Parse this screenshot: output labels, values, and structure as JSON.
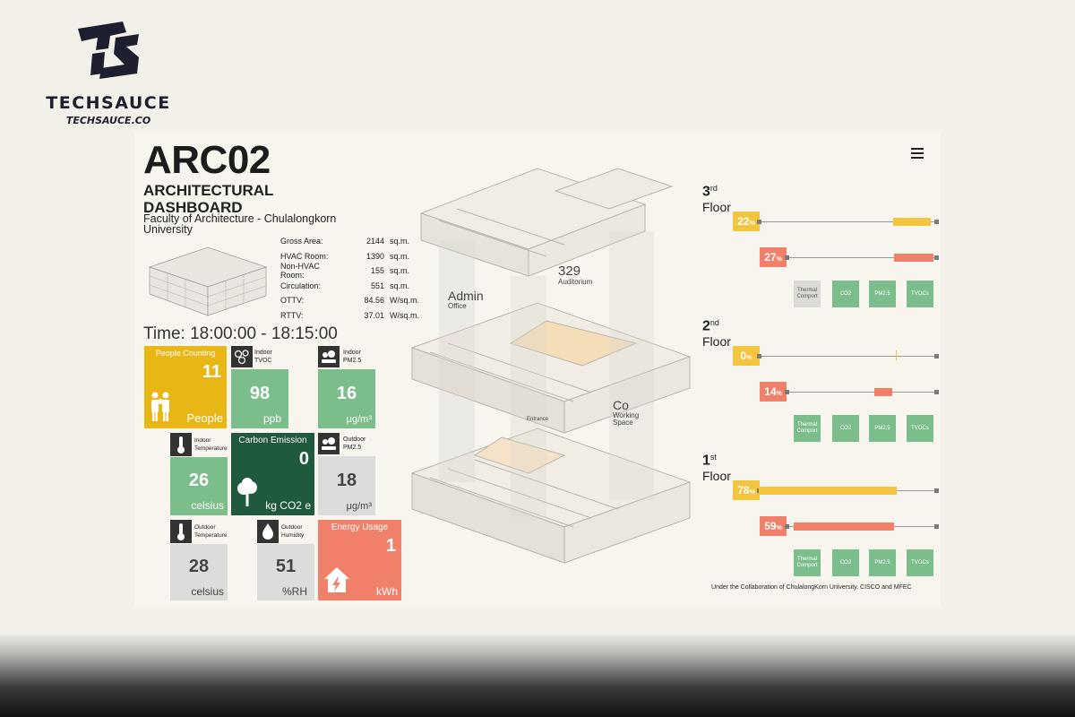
{
  "brand": {
    "name": "TECHSAUCE",
    "url": "TECHSAUCE.CO"
  },
  "dashboard": {
    "title": "ARC02",
    "subtitle_line1": "ARCHITECTURAL",
    "subtitle_line2": "DASHBOARD",
    "faculty": "Faculty of Architecture - Chulalongkorn University",
    "stats": [
      {
        "label": "Gross Area:",
        "value": "2144",
        "unit": "sq.m."
      },
      {
        "label": "HVAC Room:",
        "value": "1390",
        "unit": "sq.m."
      },
      {
        "label": "Non-HVAC Room:",
        "value": "155",
        "unit": "sq.m."
      },
      {
        "label": "Circulation:",
        "value": "551",
        "unit": "sq.m."
      },
      {
        "label": "OTTV:",
        "value": "84.56",
        "unit": "W/sq.m."
      },
      {
        "label": "RTTV:",
        "value": "37.01",
        "unit": "W/sq.m."
      }
    ],
    "time": "Time: 18:00:00 - 18:15:00"
  },
  "tiles": {
    "people": {
      "title": "People Counting",
      "value": "11",
      "unit": "People",
      "color": "#e8b716"
    },
    "tvoc": {
      "title": "Indoor TVOC",
      "value": "98",
      "unit": "ppb",
      "icon": "molecule-icon"
    },
    "pm25_in": {
      "title": "Indoor PM2.5",
      "value": "16",
      "unit": "μg/m³",
      "icon": "pm25-icon"
    },
    "temp_in": {
      "title": "Indoor Temperature",
      "value": "26",
      "unit": "celsius",
      "icon": "thermometer-icon"
    },
    "carbon": {
      "title": "Carbon Emission",
      "value": "0",
      "unit": "kg CO2 e",
      "color": "#1f5a3c",
      "icon": "tree-icon"
    },
    "pm25_out": {
      "title": "Outdoor PM2.5",
      "value": "18",
      "unit": "μg/m³",
      "icon": "pm25-icon"
    },
    "temp_out": {
      "title": "Outdoor Temperature",
      "value": "28",
      "unit": "celsius",
      "icon": "thermometer-icon"
    },
    "humidity": {
      "title": "Outdoor Humidity",
      "value": "51",
      "unit": "%RH",
      "icon": "droplet-icon"
    },
    "energy": {
      "title": "Energy Usage",
      "value": "1",
      "unit": "kWh",
      "color": "#f0806a",
      "icon": "house-bolt-icon"
    }
  },
  "building_labels": {
    "admin": "Admin",
    "admin_sub": "Office",
    "auditorium_num": "329",
    "auditorium": "Auditorium",
    "co": "Co",
    "co_sub": "Working",
    "co_sub2": "Space",
    "entrance": "Entrance"
  },
  "floors": [
    {
      "num": "3",
      "suffix": "rd",
      "word": "Floor",
      "occupancy": "22",
      "occupancy_frac": 0.22,
      "energy": "27",
      "energy_frac": 0.27,
      "thermal": "grey"
    },
    {
      "num": "2",
      "suffix": "nd",
      "word": "Floor",
      "occupancy": "0",
      "occupancy_frac": 0.0,
      "energy": "14",
      "energy_frac": 0.14,
      "thermal": "green"
    },
    {
      "num": "1",
      "suffix": "st",
      "word": "Floor",
      "occupancy": "78",
      "occupancy_frac": 0.78,
      "energy": "59",
      "energy_frac": 0.59,
      "thermal": "green"
    }
  ],
  "chip_labels": {
    "thermal": "Thermal Comport",
    "co2": "CO2",
    "pm25": "PM2.5",
    "tvoc": "TVOCs"
  },
  "percent_sign": "%",
  "footer_credit": "Under the Collaboration of ChulalongKorn University, CISCO and MFEC",
  "colors": {
    "yellow": "#f3c43e",
    "orange": "#f0806a",
    "green": "#7cbd8c",
    "dark_green": "#1f5a3c"
  }
}
